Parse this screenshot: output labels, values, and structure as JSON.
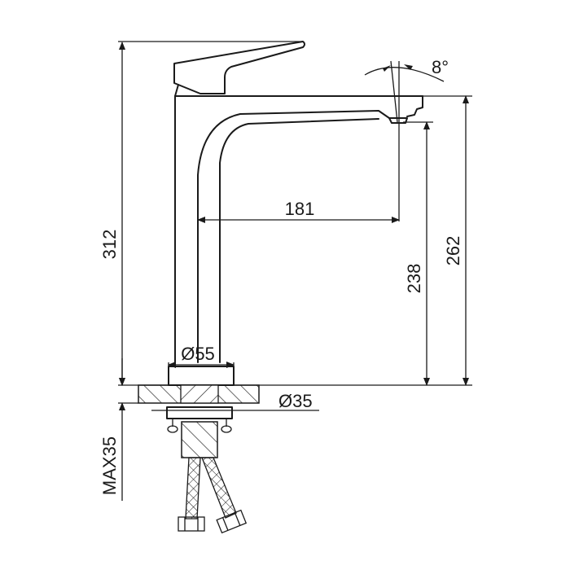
{
  "title": "Tall basin mixer tap dimension drawing",
  "dimensions": {
    "total_height": "312",
    "spout_height_top": "262",
    "spout_outlet_height": "238",
    "spout_reach": "181",
    "base_diameter": "Ø55",
    "hole_diameter": "Ø35",
    "max_deck_thickness": "MAX35",
    "spout_angle": "8°"
  },
  "colors": {
    "line": "#1a1a1a",
    "background": "#ffffff"
  }
}
